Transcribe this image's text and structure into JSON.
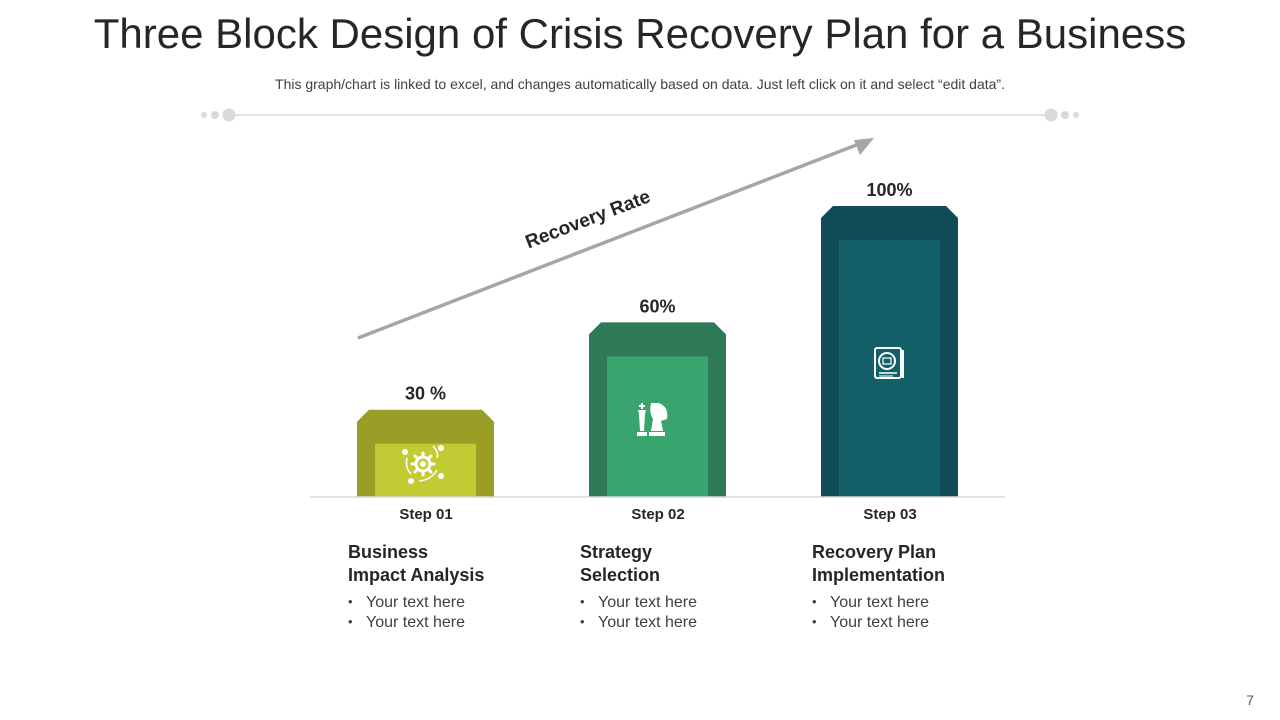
{
  "title": "Three Block Design of Crisis Recovery Plan for a Business",
  "subtitle": "This graph/chart is linked to excel, and changes automatically based on data. Just left click on it and select “edit data”.",
  "page_number": "7",
  "trend_label": "Recovery Rate",
  "colors": {
    "bar1_outer": "#9a9e27",
    "bar1_inner": "#c3cb34",
    "bar2_outer": "#2e7a56",
    "bar2_inner": "#3aa46f",
    "bar3_outer": "#0f4c57",
    "bar3_inner": "#13606b",
    "arrow": "#a6a6a6"
  },
  "steps": [
    {
      "step": "Step 01",
      "title_line1": "Business",
      "title_line2": "Impact Analysis",
      "bullets": [
        "Your text here",
        "Your text here"
      ],
      "icon": "gear-cycle-icon"
    },
    {
      "step": "Step 02",
      "title_line1": "Strategy",
      "title_line2": "Selection",
      "bullets": [
        "Your text here",
        "Your text here"
      ],
      "icon": "chess-pieces-icon"
    },
    {
      "step": "Step 03",
      "title_line1": "Recovery Plan",
      "title_line2": "Implementation",
      "bullets": [
        "Your text here",
        "Your text here"
      ],
      "icon": "document-report-icon"
    }
  ],
  "chart_data": {
    "type": "bar",
    "categories": [
      "Step 01",
      "Step 02",
      "Step 03"
    ],
    "values": [
      30,
      60,
      100
    ],
    "value_labels": [
      "30 %",
      "60%",
      "100%"
    ],
    "ylim": [
      0,
      100
    ],
    "grid": false,
    "annotations": [
      "Recovery Rate"
    ]
  }
}
